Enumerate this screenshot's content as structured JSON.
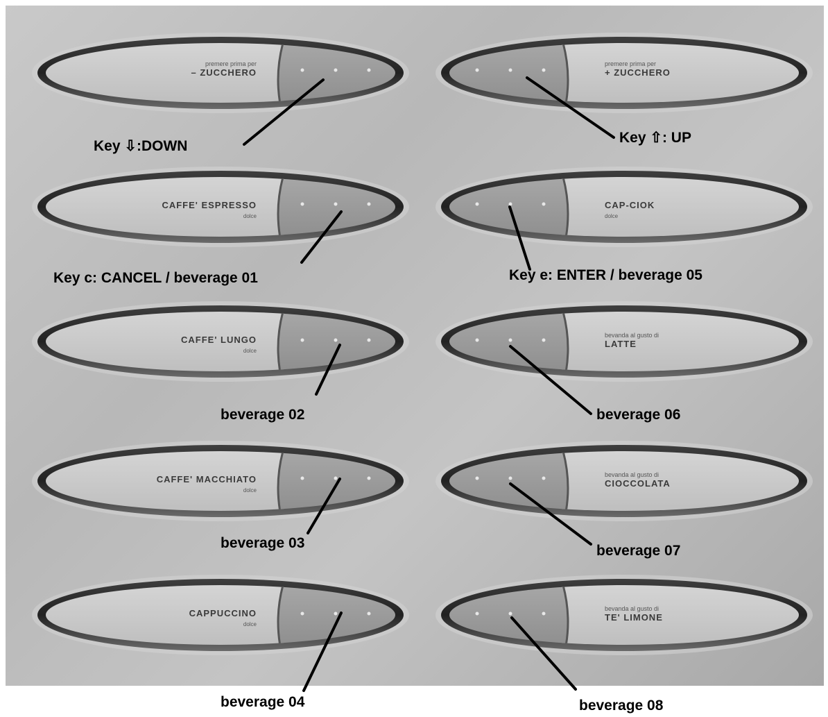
{
  "buttons": {
    "left": [
      {
        "small": "premere prima per",
        "main": "– ZUCCHERO",
        "dolce": ""
      },
      {
        "small": "",
        "main": "CAFFE' ESPRESSO",
        "dolce": "dolce"
      },
      {
        "small": "",
        "main": "CAFFE' LUNGO",
        "dolce": "dolce"
      },
      {
        "small": "",
        "main": "CAFFE' MACCHIATO",
        "dolce": "dolce"
      },
      {
        "small": "",
        "main": "CAPPUCCINO",
        "dolce": "dolce"
      }
    ],
    "right": [
      {
        "small": "premere prima per",
        "main": "+ ZUCCHERO",
        "dolce": ""
      },
      {
        "small": "",
        "main": "CAP-CIOK",
        "dolce": "dolce"
      },
      {
        "small": "bevanda al gusto di",
        "main": "LATTE",
        "dolce": ""
      },
      {
        "small": "bevanda al gusto di",
        "main": "CIOCCOLATA",
        "dolce": ""
      },
      {
        "small": "bevanda al gusto di",
        "main": "TE' LIMONE",
        "dolce": ""
      }
    ]
  },
  "callouts": {
    "key_down": "Key ⇩:DOWN",
    "key_up": "Key ⇧: UP",
    "key_cancel": "Key c: CANCEL / beverage 01",
    "key_enter": "Key e: ENTER / beverage 05",
    "bev02": "beverage  02",
    "bev03": "beverage  03",
    "bev04": "beverage  04",
    "bev06": "beverage  06",
    "bev07": "beverage  07",
    "bev08": "beverage  08"
  }
}
